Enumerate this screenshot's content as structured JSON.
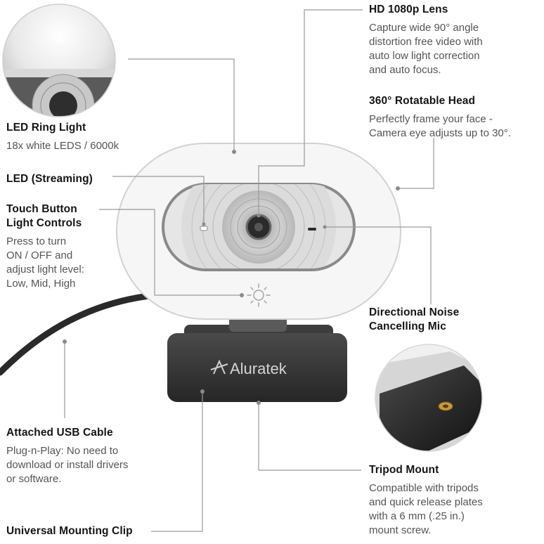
{
  "brand": {
    "logo_text": "Aluratek"
  },
  "callouts": {
    "lens": {
      "title": [
        "HD 1080p Lens"
      ],
      "desc": [
        "Capture wide 90° angle",
        "distortion free video with",
        "auto low light correction",
        "and auto focus."
      ]
    },
    "head": {
      "title": [
        "360° Rotatable Head"
      ],
      "desc": [
        "Perfectly frame your face -",
        "Camera eye adjusts up to 30°."
      ]
    },
    "ring": {
      "title": [
        "LED Ring Light"
      ],
      "desc": [
        "18x white LEDS / 6000k"
      ]
    },
    "streaming": {
      "title": [
        "LED (Streaming)"
      ],
      "desc": []
    },
    "touch": {
      "title": [
        "Touch Button",
        "Light Controls"
      ],
      "desc": [
        "Press to turn",
        "ON / OFF and",
        "adjust light level:",
        "Low, Mid, High"
      ]
    },
    "mic": {
      "title": [
        "Directional Noise",
        "Cancelling Mic"
      ],
      "desc": []
    },
    "usb": {
      "title": [
        "Attached USB Cable"
      ],
      "desc": [
        "Plug-n-Play: No need to",
        "download or install drivers",
        "or software."
      ]
    },
    "tripod": {
      "title": [
        "Tripod Mount"
      ],
      "desc": [
        "Compatible with tripods",
        "and quick release plates",
        "with a 6 mm (.25 in.)",
        "mount screw."
      ]
    },
    "clip": {
      "title": [
        "Universal Mounting Clip"
      ],
      "desc": []
    }
  },
  "colors": {
    "line": "#9a9a9a",
    "title": "#151515",
    "desc": "#555555",
    "ring": "#f4f4f4",
    "body": "#3a3a3a"
  }
}
